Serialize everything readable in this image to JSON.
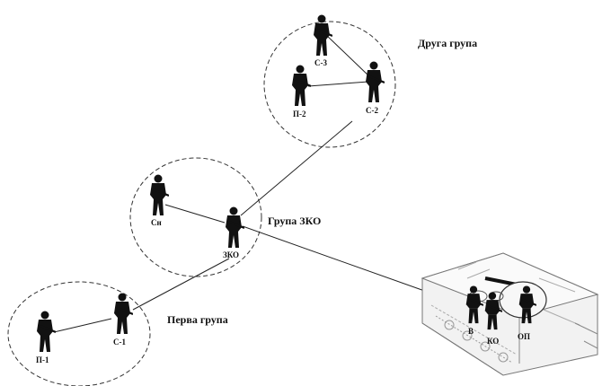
{
  "groups": {
    "second": "Друга група",
    "zko": "Група ЗКО",
    "first": "Перва група"
  },
  "soldiers": {
    "s3": "С-3",
    "p2": "П-2",
    "s2": "С-2",
    "sn": "Сн",
    "zko": "ЗКО",
    "p1": "П-1",
    "s1": "С-1",
    "v": "В",
    "ko": "КО",
    "op": "ОП"
  },
  "vehicle_icon": "infantry-fighting-vehicle-icon"
}
